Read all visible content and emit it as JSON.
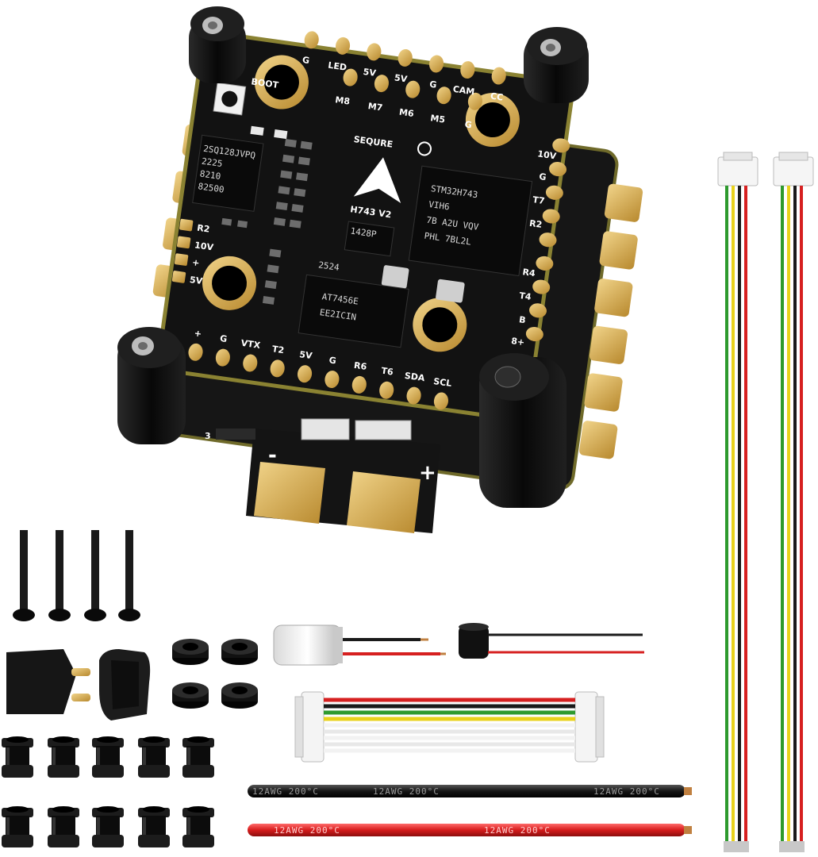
{
  "board": {
    "brand": "SEQURE",
    "model": "H743 V2",
    "mcu_lines": [
      "STM32H743",
      "VIH6",
      "7B A2U VQV",
      "PHL 7BL2L"
    ],
    "flash_lines": [
      "2SQ128JVPQ",
      "2225",
      "8210",
      "82500"
    ],
    "imu_code": "1428P",
    "baro_code": "2524",
    "osd_lines": [
      "AT7456E",
      "EE2ICIN"
    ],
    "top_pads": [
      "G",
      "LED",
      "5V",
      "5V",
      "G",
      "CAM",
      "CC"
    ],
    "second_pads": [
      "M8",
      "M7",
      "M6",
      "M5",
      "G"
    ],
    "boot_label": "BOOT",
    "right_pads": [
      "10V",
      "G",
      "T7",
      "R2",
      "R4",
      "T4",
      "B",
      "8+"
    ],
    "left_pads": [
      "R2",
      "10V",
      "+",
      "5V"
    ],
    "bottom_pads": [
      "+",
      "G",
      "VTX",
      "T2",
      "5V",
      "G",
      "R6",
      "T6",
      "SDA",
      "SCL"
    ],
    "esc_signs": [
      "-",
      "+"
    ],
    "esc_pin_mark": "3"
  },
  "wires": {
    "black_label": "12AWG  200°C",
    "red_label": "12AWG  200°C"
  },
  "colors": {
    "pcb": "#1a1a1a",
    "gold": "#d4a84b",
    "standoff": "#111111",
    "wire_red": "#d62020",
    "wire_yellow": "#e8d21c",
    "wire_green": "#2e9a2e",
    "wire_black": "#1a1a1a"
  },
  "icons": [
    "screw",
    "xt60-connector",
    "nut",
    "rubber-grommet",
    "capacitor",
    "buzzer",
    "jst-cable",
    "power-wire"
  ]
}
